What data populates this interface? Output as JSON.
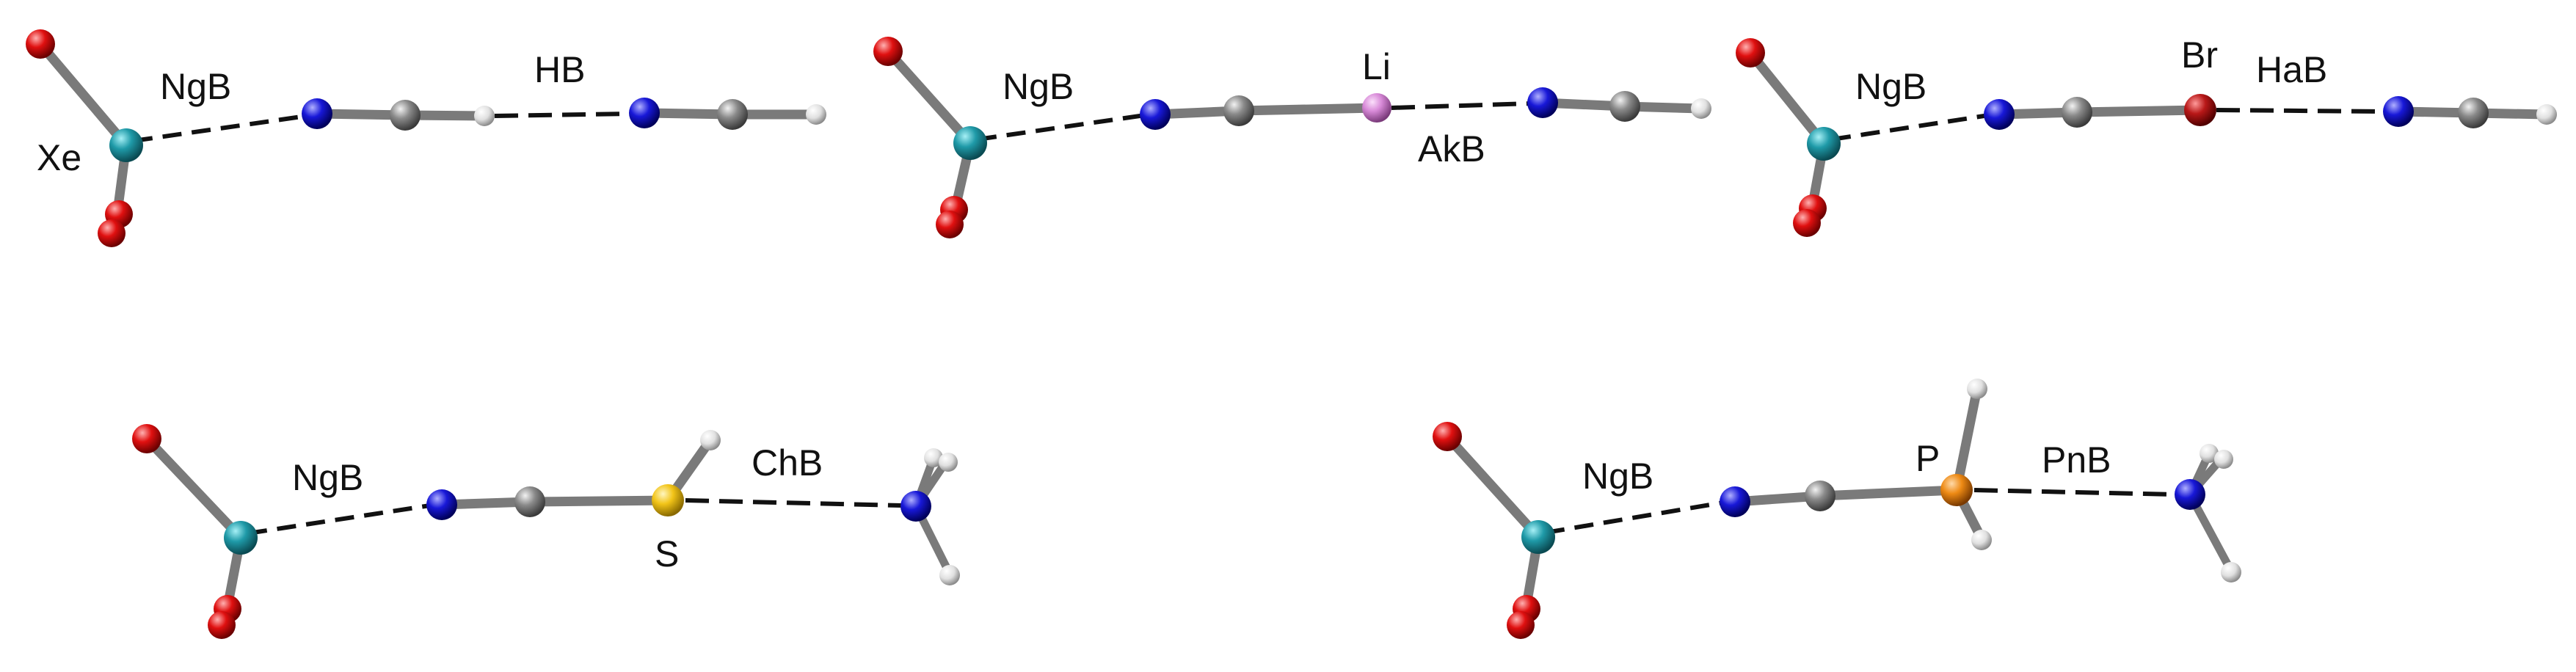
{
  "colors": {
    "Xe": "#1f9aa8",
    "O": "#e01010",
    "N": "#1818d8",
    "C": "#8a8a8a",
    "H": "#e8e8e8",
    "Li": "#d88ad8",
    "Br": "#b81818",
    "S": "#f2c418",
    "P": "#ee8a14",
    "bond": "#7a7a7a",
    "dash": "#111111"
  },
  "panels": [
    {
      "id": "hb",
      "labels": {
        "Xe": "Xe",
        "NgB": "NgB",
        "HB": "HB"
      }
    },
    {
      "id": "akb",
      "labels": {
        "NgB": "NgB",
        "Li": "Li",
        "AkB": "AkB"
      }
    },
    {
      "id": "hab",
      "labels": {
        "NgB": "NgB",
        "Br": "Br",
        "HaB": "HaB"
      }
    },
    {
      "id": "chb",
      "labels": {
        "NgB": "NgB",
        "ChB": "ChB",
        "S": "S"
      }
    },
    {
      "id": "pnb",
      "labels": {
        "NgB": "NgB",
        "P": "P",
        "PnB": "PnB"
      }
    }
  ]
}
